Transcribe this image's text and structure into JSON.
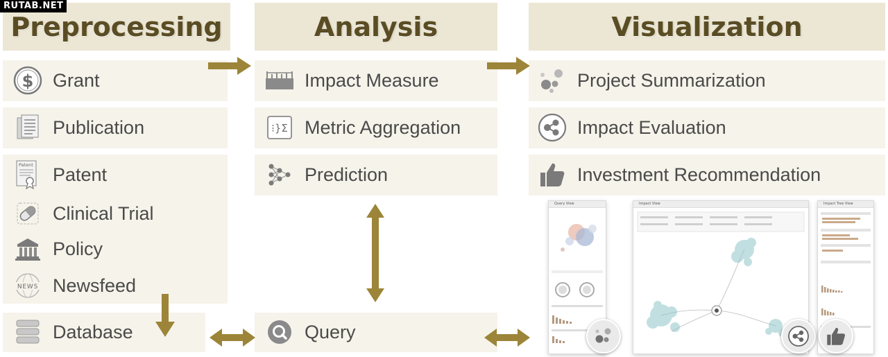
{
  "watermark": "RUTAB.NET",
  "columns": {
    "preprocessing": {
      "title": "Preprocessing",
      "items": [
        {
          "label": "Grant",
          "icon": "dollar-icon"
        },
        {
          "label": "Publication",
          "icon": "document-icon"
        },
        {
          "label": "Patent",
          "icon": "patent-certificate-icon"
        },
        {
          "label": "Clinical Trial",
          "icon": "pill-icon"
        },
        {
          "label": "Policy",
          "icon": "government-building-icon"
        },
        {
          "label": "Newsfeed",
          "icon": "news-globe-icon"
        }
      ],
      "database": {
        "label": "Database",
        "icon": "database-icon"
      }
    },
    "analysis": {
      "title": "Analysis",
      "items": [
        {
          "label": "Impact Measure",
          "icon": "ruler-icon"
        },
        {
          "label": "Metric Aggregation",
          "icon": "sum-function-icon"
        },
        {
          "label": "Prediction",
          "icon": "neural-network-icon"
        }
      ],
      "query": {
        "label": "Query",
        "icon": "magnifier-icon"
      }
    },
    "visualization": {
      "title": "Visualization",
      "items": [
        {
          "label": "Project Summarization",
          "icon": "bubbles-icon"
        },
        {
          "label": "Impact Evaluation",
          "icon": "network-nodes-icon"
        },
        {
          "label": "Investment Recommendation",
          "icon": "thumbs-up-icon"
        }
      ]
    }
  },
  "screenshots": {
    "left_title": "Query View",
    "center_title": "Impact View",
    "right_title": "Impact Tree View"
  },
  "colors": {
    "header_bg": "#ece6d4",
    "box_bg": "#f6f3ea",
    "arrow": "#9c8538",
    "title_text": "#5a4d24",
    "label_text": "#4a4a4a",
    "icon_gray": "#7a7a7a"
  }
}
